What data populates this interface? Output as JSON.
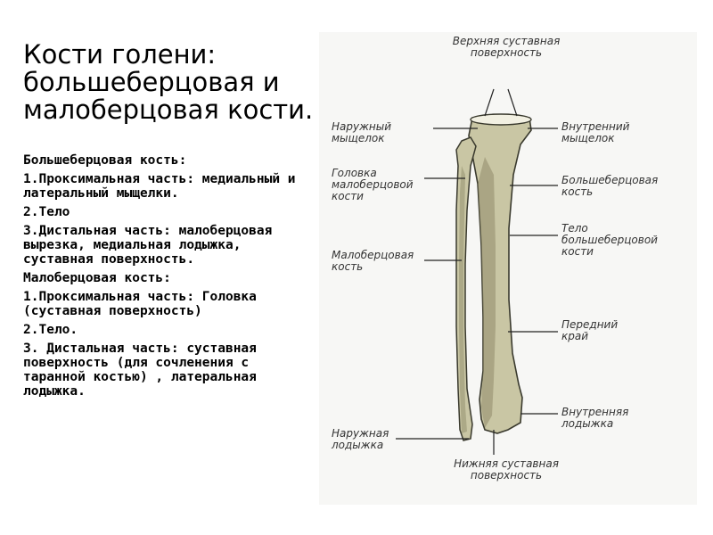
{
  "title": "Кости голени: большеберцовая и малоберцовая кости.",
  "paragraphs": [
    "Большеберцовая кость:",
    "1.Проксимальная часть: медиальный и латеральный мыщелки.",
    "2.Тело",
    "3.Дистальная часть: малоберцовая вырезка, медиальная лодыжка, суставная поверхность.",
    "Малоберцовая кость:",
    "1.Проксимальная часть: Головка (суставная поверхность)",
    "2.Тело.",
    "3. Дистальная часть: суставная поверхность (для сочленения с таранной костью) , латеральная лодыжка."
  ],
  "diagram": {
    "labels": {
      "upper_articular": "Верхняя суставная поверхность",
      "lateral_condyle": "Наружный мыщелок",
      "medial_condyle": "Внутренний мыщелок",
      "fibula_head": "Головка малоберцовой кости",
      "tibia": "Большеберцовая кость",
      "tibia_body": "Тело большеберцовой кости",
      "fibula": "Малоберцовая кость",
      "anterior_edge": "Передний край",
      "lateral_malleolus": "Наружная лодыжка",
      "medial_malleolus": "Внутренняя лодыжка",
      "lower_articular": "Нижняя суставная поверхность"
    },
    "colors": {
      "bone_fill": "#c9c6a4",
      "bone_shadow": "#8f8b6a",
      "bone_outline": "#3a3a2e",
      "leader_line": "#222222"
    }
  }
}
